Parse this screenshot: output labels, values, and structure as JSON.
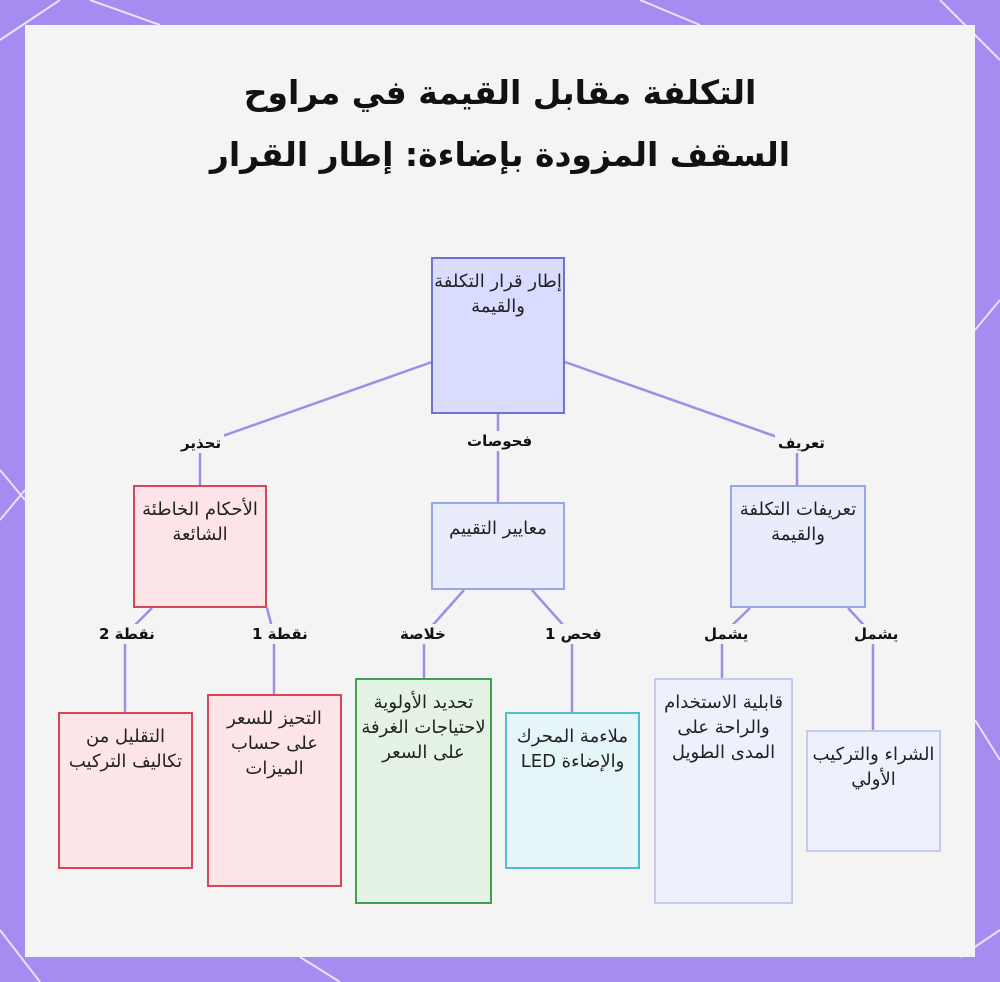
{
  "title": "التكلفة مقابل القيمة في مراوح السقف المزودة بإضاءة: إطار القرار",
  "colors": {
    "frame": "#a58cf0",
    "panel": "#f4f4f4",
    "edge": "#a48be6"
  },
  "nodes": {
    "root": "إطار قرار التكلفة والقيمة",
    "pitfalls": "الأحكام الخاطئة الشائعة",
    "criteria": "معايير التقييم",
    "definitions": "تعريفات التكلفة والقيمة",
    "reduce_install": "التقليل من تكاليف التركيب",
    "price_bias": "التحيز للسعر على حساب الميزات",
    "prioritize": "تحديد الأولوية لاحتياجات الغرفة على السعر",
    "motor_led": "ملاءمة المحرك والإضاءة LED",
    "usability": "قابلية الاستخدام والراحة على المدى الطويل",
    "purchase": "الشراء والتركيب الأولي"
  },
  "edge_labels": {
    "warning": "تحذير",
    "checks": "فحوصات",
    "definition": "تعريف",
    "point2": "نقطة 2",
    "point1": "نقطة 1",
    "summary": "خلاصة",
    "check1": "فحص 1",
    "includes_a": "يشمل",
    "includes_b": "يشمل"
  }
}
